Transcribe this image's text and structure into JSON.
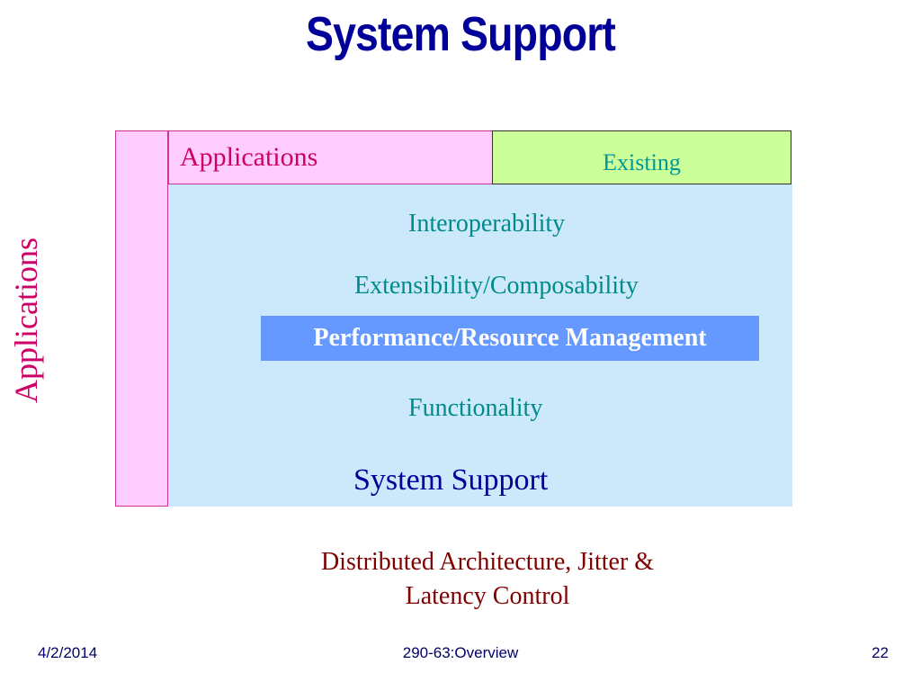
{
  "title": "System Support",
  "diagram": {
    "applications_vertical": "Applications",
    "applications_top": "Applications",
    "existing": "Existing",
    "interoperability": "Interoperability",
    "extensibility": "Extensibility/Composability",
    "performance": "Performance/Resource Management",
    "functionality": "Functionality",
    "system_support": "System Support"
  },
  "caption": {
    "line1": "Distributed Architecture, Jitter &",
    "line2": "Latency Control"
  },
  "footer": {
    "date": "4/2/2014",
    "center": "290-63:Overview",
    "page": "22"
  },
  "colors": {
    "title": "#000099",
    "applications_fill": "#ffccff",
    "applications_text": "#cc0066",
    "existing_fill": "#ccff99",
    "system_fill": "#cce9fb",
    "teal_text": "#008b8b",
    "performance_fill": "#6699ff",
    "caption_text": "#800000"
  }
}
